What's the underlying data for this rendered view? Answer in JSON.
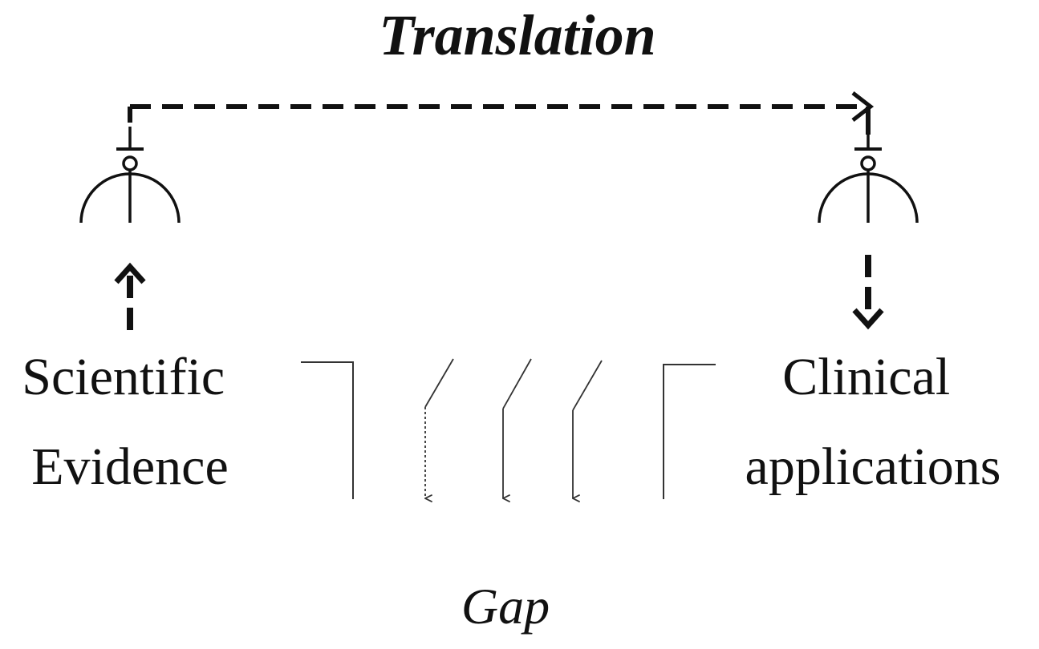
{
  "diagram": {
    "title": "Translation",
    "left_label": {
      "line1": "Scientific",
      "line2": "Evidence"
    },
    "right_label": {
      "line1": "Clinical",
      "line2": "applications"
    },
    "gap_label": "Gap",
    "colors": {
      "ink": "#111111",
      "thin_line": "#333333",
      "background": "#ffffff"
    }
  }
}
